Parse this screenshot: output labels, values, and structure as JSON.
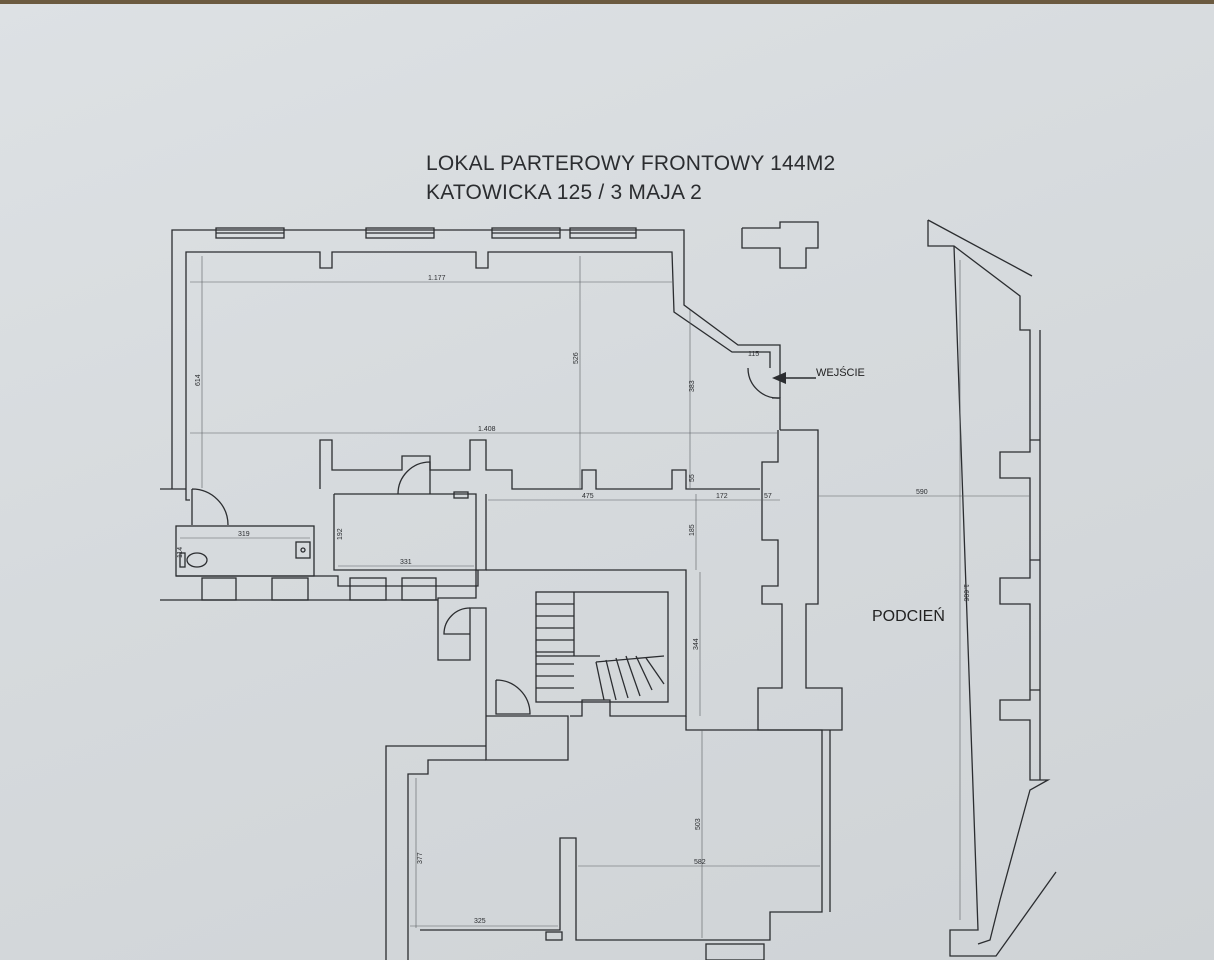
{
  "title": {
    "line1": "LOKAL PARTEROWY FRONTOWY 144M2",
    "line2": "KATOWICKA 125 / 3 MAJA 2"
  },
  "labels": {
    "entrance": "WEJŚCIE",
    "arcade": "PODCIEŃ"
  },
  "dimensions": {
    "d1177": "1.177",
    "d1408": "1.408",
    "d614": "614",
    "d526": "526",
    "d383": "383",
    "d115": "115",
    "d55": "55",
    "d475": "475",
    "d172": "172",
    "d57": "57",
    "d590": "590",
    "d319": "319",
    "d114": "114",
    "d192": "192",
    "d331": "331",
    "d185": "185",
    "d344": "344",
    "d503": "503",
    "d582": "582",
    "d377": "377",
    "d325": "325",
    "d1606": "1.606"
  },
  "colors": {
    "paper": "#d9dde0",
    "ink": "#2b2d30"
  }
}
